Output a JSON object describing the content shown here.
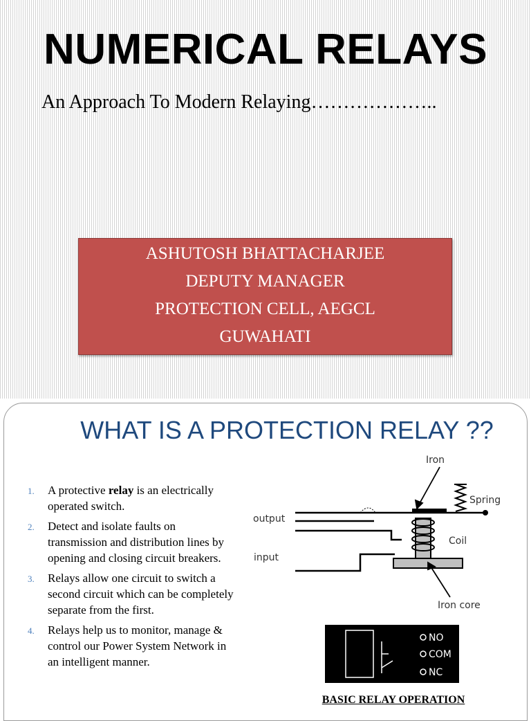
{
  "slide1": {
    "title": "NUMERICAL RELAYS",
    "subtitle": "An Approach To Modern Relaying………………..",
    "author_lines": [
      "ASHUTOSH BHATTACHARJEE",
      "DEPUTY MANAGER",
      "PROTECTION CELL, AEGCL",
      "GUWAHATI"
    ],
    "box_color": "#c0504d"
  },
  "slide2": {
    "title": "WHAT IS A PROTECTION RELAY ??",
    "title_color": "#1f497d",
    "points": [
      {
        "num": "1.",
        "pre": "A  protective ",
        "bold": "relay",
        "post": " is an electrically operated switch."
      },
      {
        "num": "2.",
        "text": "Detect and isolate faults on transmission and distribution lines by opening and closing circuit breakers."
      },
      {
        "num": "3.",
        "text": "Relays allow one circuit to switch a second circuit which can be completely separate from the first."
      },
      {
        "num": "4.",
        "text": "Relays help us to monitor, manage & control our Power System Network in an intelligent manner."
      }
    ],
    "diagram_labels": {
      "iron": "Iron",
      "spring": "Spring",
      "output": "output",
      "coil": "Coil",
      "input": "input",
      "iron_core": "Iron core"
    },
    "circuit_labels": {
      "no": "NO",
      "com": "COM",
      "nc": "NC"
    },
    "caption": "BASIC RELAY OPERATION"
  }
}
